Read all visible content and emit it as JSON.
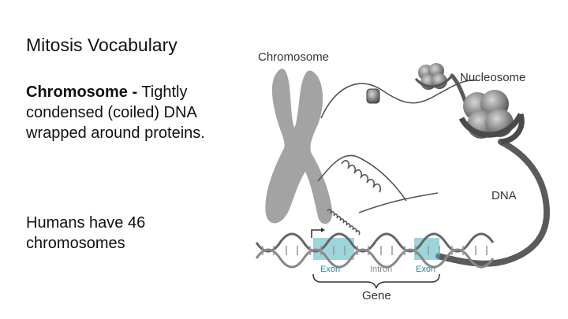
{
  "slide": {
    "title": "Mitosis Vocabulary",
    "definition": {
      "term": "Chromosome -",
      "text": " Tightly condensed (coiled) DNA wrapped around proteins."
    },
    "fact": "Humans have 46 chromosomes"
  },
  "figure": {
    "labels": {
      "chromosome": "Chromosome",
      "nucleosome": "Nucleosome",
      "dna": "DNA",
      "exon1": "Exon",
      "intron": "Intron",
      "exon2": "Exon",
      "gene": "Gene"
    },
    "colors": {
      "chromosome": "#9e9e9e",
      "strand": "#555555",
      "nucleosome": "#8a8a8a",
      "exon_highlight": "#4fb3bf"
    }
  }
}
